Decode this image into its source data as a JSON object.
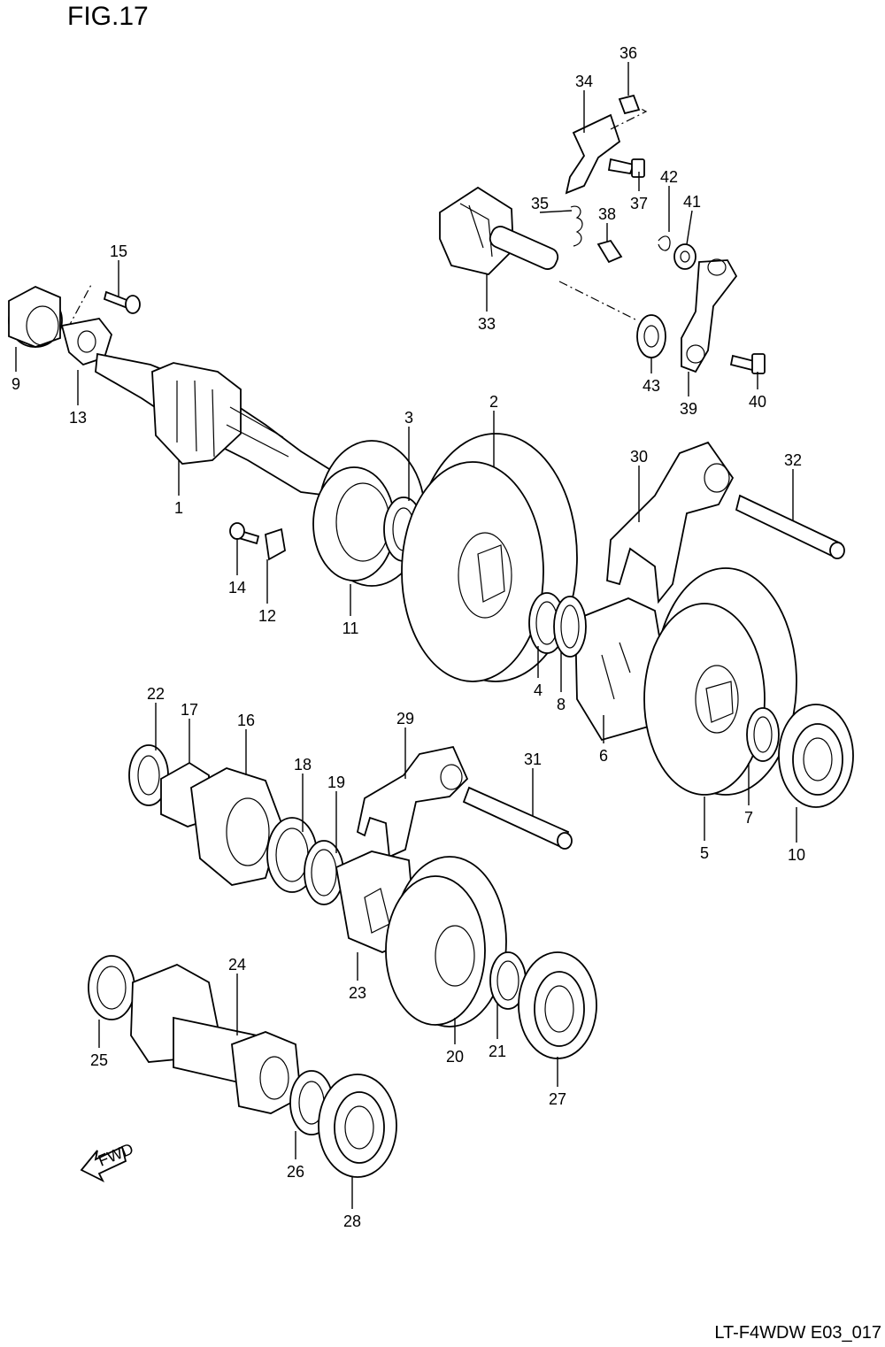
{
  "diagram": {
    "figure_label": "FIG.17",
    "model_code": "LT-F4WDW E03_017",
    "fwd_label": "FWD",
    "callouts": [
      "1",
      "2",
      "3",
      "4",
      "5",
      "6",
      "7",
      "8",
      "9",
      "10",
      "11",
      "12",
      "13",
      "14",
      "15",
      "16",
      "17",
      "18",
      "19",
      "20",
      "21",
      "22",
      "23",
      "24",
      "25",
      "26",
      "27",
      "28",
      "29",
      "30",
      "31",
      "32",
      "33",
      "34",
      "35",
      "36",
      "37",
      "38",
      "39",
      "40",
      "41",
      "42",
      "43"
    ]
  }
}
